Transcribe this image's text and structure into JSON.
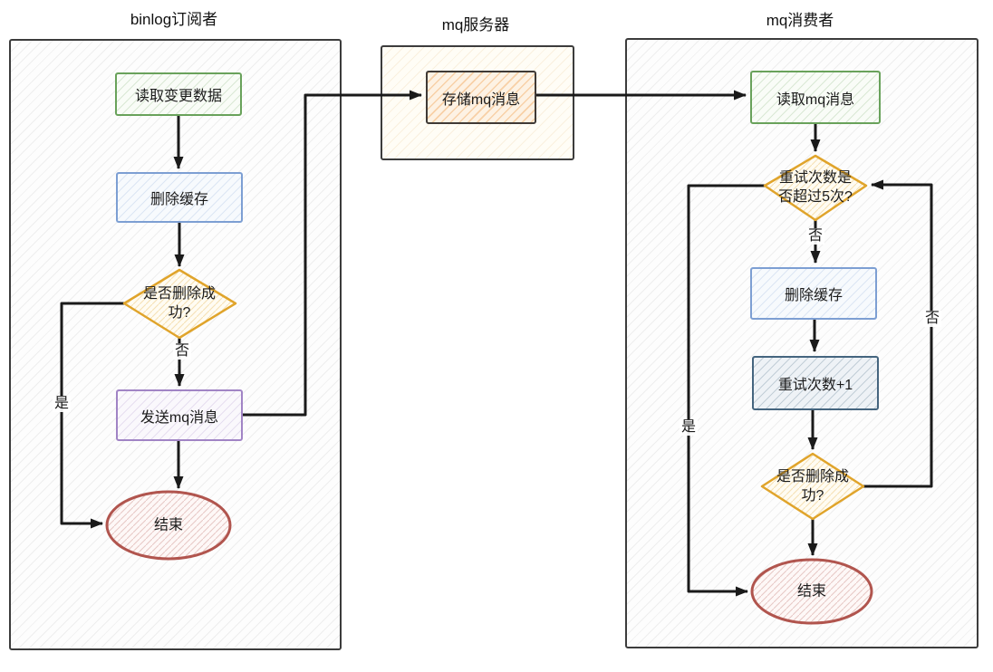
{
  "lanes": [
    {
      "title": "binlog订阅者"
    },
    {
      "title": "mq服务器"
    },
    {
      "title": "mq消费者"
    }
  ],
  "nodes": {
    "read_change_data": "读取变更数据",
    "delete_cache_1": "删除缓存",
    "decision_delete_1": "是否删除成功?",
    "send_mq": "发送mq消息",
    "end_1": "结束",
    "store_mq": "存储mq消息",
    "read_mq": "读取mq消息",
    "decision_retry": "重试次数是否超过5次?",
    "delete_cache_2": "删除缓存",
    "retry_increment": "重试次数+1",
    "decision_delete_2": "是否删除成功?",
    "end_2": "结束"
  },
  "edge_labels": {
    "delete_fail_1": "否",
    "delete_success_1": "是",
    "retry_not_exceeded": "否",
    "delete_fail_2": "否",
    "retry_exceeded": "是"
  },
  "colors": {
    "arrow": "#1a1a1a",
    "lane_border": "#3c3c3c",
    "green_border": "#69a25b",
    "blue_border": "#7d9fd3",
    "purple_border": "#a184c5",
    "slate_border": "#45657f",
    "diamond_border": "#e0a42b",
    "terminator_border": "#b1554e",
    "store_box_border": "#3f3a36"
  }
}
